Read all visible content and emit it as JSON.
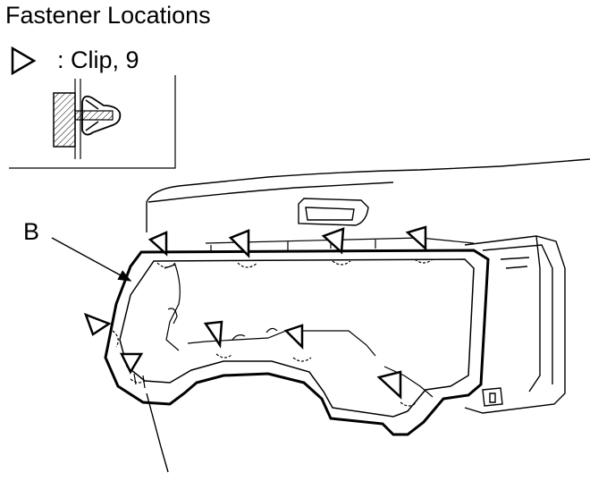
{
  "title": "Fastener Locations",
  "legend": {
    "text": ": Clip, 9",
    "symbol_icon": "clip-triangle-icon"
  },
  "callout_label": "B",
  "clip_count": 9
}
